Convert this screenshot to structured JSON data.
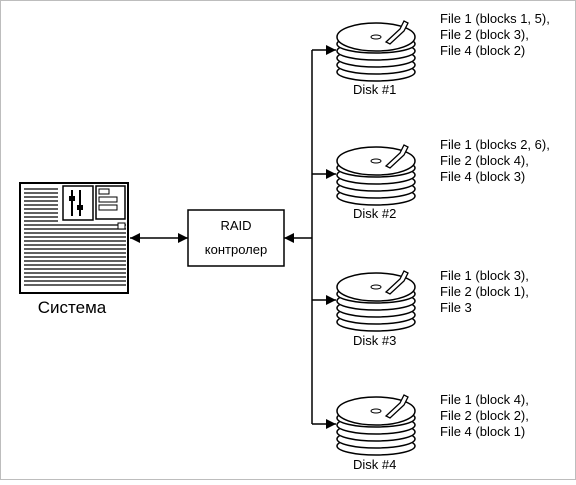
{
  "system": {
    "label": "Система"
  },
  "controller": {
    "line1": "RAID",
    "line2": "контролер"
  },
  "disks": [
    {
      "label": "Disk #1",
      "files": [
        "File 1 (blocks 1, 5),",
        "File 2 (block 3),",
        "File 4 (block 2)"
      ]
    },
    {
      "label": "Disk #2",
      "files": [
        "File 1 (blocks 2, 6),",
        "File 2 (block 4),",
        "File 4 (block 3)"
      ]
    },
    {
      "label": "Disk #3",
      "files": [
        "File 1 (block 3),",
        "File 2 (block 1),",
        "File 3"
      ]
    },
    {
      "label": "Disk #4",
      "files": [
        "File 1 (block 4),",
        "File 2 (block 2),",
        "File 4 (block 1)"
      ]
    }
  ],
  "icons": {
    "system": "computer-icon",
    "disk": "hard-disk-icon"
  }
}
